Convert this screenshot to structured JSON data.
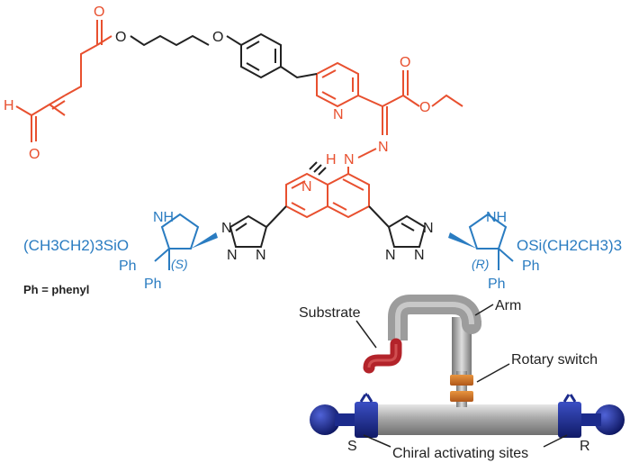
{
  "colors": {
    "red": "#e8502f",
    "black": "#222222",
    "blue": "#2a7cc1",
    "navy": "#1c2b8c",
    "rod_gray": "#a8a8a8",
    "switch_orange": "#d97a2b",
    "substrate_red": "#b3232a"
  },
  "molecule": {
    "atoms": {
      "O_ester_carbonyl": "O",
      "O_ester_link": "O",
      "O_ether": "O",
      "H_aldehyde": "H",
      "O_aldehyde": "O",
      "N_pyridine": "N",
      "O_ethyl_carbonyl": "O",
      "O_ethyl_ester": "O",
      "N_hydrazone": "N",
      "H_NH": "H",
      "N_NH": "N",
      "N_quinoline": "N",
      "NH_left": "NH",
      "NH_right": "NH",
      "N_triazole_left_1": "N",
      "N_triazole_left_2": "N",
      "N_triazole_left_3": "N",
      "N_triazole_right_1": "N",
      "N_triazole_right_2": "N",
      "N_triazole_right_3": "N"
    },
    "silyl_left": "(CH3CH2)3SiO",
    "silyl_right": "OSi(CH2CH3)3",
    "ph_label": "Ph",
    "stereo_left": "(S)",
    "stereo_right": "(R)",
    "ph_note": "Ph = phenyl"
  },
  "cartoon": {
    "substrate_label": "Substrate",
    "arm_label": "Arm",
    "rotary_switch_label": "Rotary switch",
    "chiral_sites_label": "Chiral activating sites",
    "s_label": "S",
    "r_label": "R"
  }
}
